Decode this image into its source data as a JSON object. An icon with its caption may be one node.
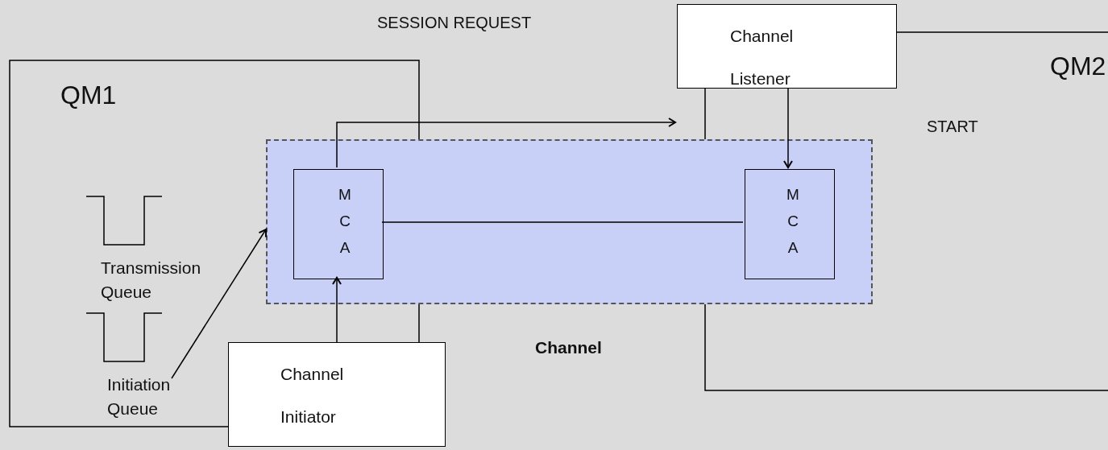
{
  "diagram": {
    "nodes": [
      {
        "text": [
          "Channel Listener"
        ]
      },
      {
        "text": [
          "Channel"
        ]
      },
      {
        "text": [
          "M C A"
        ],
        "in": 1
      },
      {
        "text": [
          "M C A"
        ],
        "in": 1
      },
      {
        "text": [
          "Transmission Queue"
        ]
      },
      {
        "text": [
          "Initiation Queue"
        ]
      },
      {
        "text": [
          "Channel Initiator"
        ]
      }
    ],
    "edges": [
      {
        "from": 2,
        "to": 0,
        "arrow": "to"
      },
      {
        "from": 0,
        "to": 3,
        "arrow": "to"
      },
      {
        "from": 2,
        "to": 3,
        "arrow": "none"
      },
      {
        "from": 6,
        "to": 2,
        "arrow": "to"
      },
      {
        "from": 5,
        "to": 1,
        "arrow": "to"
      }
    ],
    "labels": [
      "SESSION REQUEST",
      "QM1",
      "QM2",
      "START"
    ]
  }
}
